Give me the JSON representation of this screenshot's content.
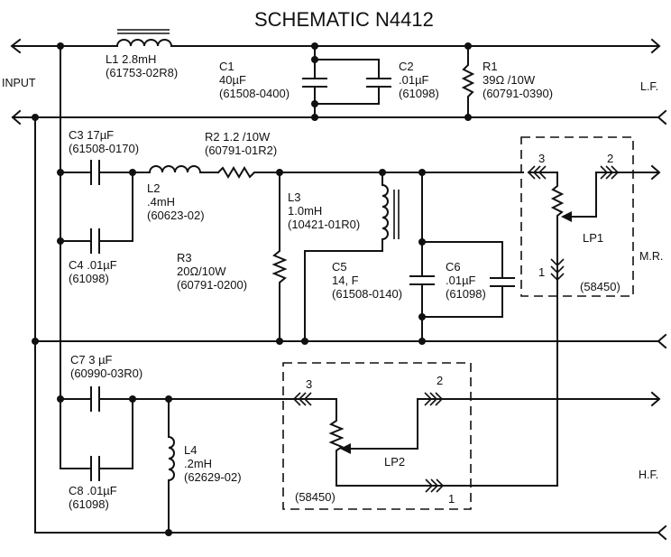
{
  "title": "SCHEMATIC N4412",
  "labels": {
    "input": "INPUT",
    "lf": "L.F.",
    "mr": "M.R.",
    "hf": "H.F."
  },
  "components": {
    "L1": {
      "ref": "L1 2.8mH",
      "part": "(61753-02R8)"
    },
    "C1": {
      "ref": "C1",
      "value": "40µF",
      "part": "(61508-0400)"
    },
    "C2": {
      "ref": "C2",
      "value": ".01µF",
      "part": "(61098)"
    },
    "R1": {
      "ref": "R1",
      "value": "39Ω /10W",
      "part": "(60791-0390)"
    },
    "C3": {
      "ref": "C3 17µF",
      "part": "(61508-0170)"
    },
    "R2": {
      "ref": "R2 1.2   /10W",
      "part": "(60791-01R2)"
    },
    "L2": {
      "ref": "L2",
      "value": ".4mH",
      "part": "(60623-02)"
    },
    "C4": {
      "ref": "C4 .01µF",
      "part": "(61098)"
    },
    "L3": {
      "ref": "L3",
      "value": "1.0mH",
      "part": "(10421-01R0)"
    },
    "R3": {
      "ref": "R3",
      "value": "20Ω/10W",
      "part": "(60791-0200)"
    },
    "C5": {
      "ref": "C5",
      "value": "14, F",
      "part": "(61508-0140)"
    },
    "C6": {
      "ref": "C6",
      "value": ".01µF",
      "part": "(61098)"
    },
    "LP1": {
      "ref": "LP1",
      "part": "(58450)",
      "pin1": "1",
      "pin2": "2",
      "pin3": "3"
    },
    "C7": {
      "ref": "C7 3 µF",
      "part": "(60990-03R0)"
    },
    "C8": {
      "ref": "C8 .01µF",
      "part": "(61098)"
    },
    "L4": {
      "ref": "L4",
      "value": ".2mH",
      "part": "(62629-02)"
    },
    "LP2": {
      "ref": "LP2",
      "part": "(58450)",
      "pin1": "1",
      "pin2": "2",
      "pin3": "3"
    }
  }
}
